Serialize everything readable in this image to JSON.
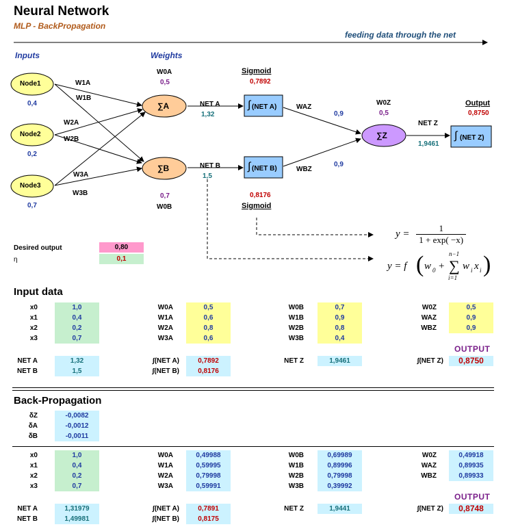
{
  "header": {
    "title": "Neural Network",
    "subtitle": "MLP - BackPropagation",
    "feed_label": "feeding data through the net"
  },
  "diagram": {
    "inputs_label": "Inputs",
    "weights_label": "Weights",
    "nodes": [
      {
        "label": "Node1",
        "value": "0,4"
      },
      {
        "label": "Node2",
        "value": "0,2"
      },
      {
        "label": "Node3",
        "value": "0,7"
      }
    ],
    "edge_labels": [
      "W1A",
      "W1B",
      "W2A",
      "W2B",
      "W3A",
      "W3B"
    ],
    "w0a_label": "W0A",
    "w0a_value": "0,5",
    "w0b_value": "0,7",
    "w0b_label": "W0B",
    "sum_a": "∑A",
    "sum_b": "∑B",
    "sum_z": "∑Z",
    "net_a_label": "NET A",
    "net_a_value": "1,32",
    "net_b_label": "NET B",
    "net_b_value": "1,5",
    "sigmoid_top": "Sigmoid",
    "sigmoid_a_value": "0,7892",
    "sigmoid_a_box": "(NET A)",
    "sigmoid_b_box": "(NET B)",
    "sigmoid_b_value": "0,8176",
    "sigmoid_bottom": "Sigmoid",
    "waz_label": "WAZ",
    "waz_value": "0,9",
    "wbz_label": "WBZ",
    "wbz_value": "0,9",
    "w0z_label": "W0Z",
    "w0z_value": "0,5",
    "net_z_label": "NET Z",
    "net_z_value": "1,9461",
    "output_label": "Output",
    "output_value": "0,8750",
    "output_box": "(NET Z)",
    "integral": "∫"
  },
  "formulas": {
    "sigmoid": {
      "lhs": "y =",
      "num": "1",
      "den": "1 + exp( −x)"
    },
    "neuron": {
      "lhs": "y = f",
      "w0": "w",
      "sub0": "0",
      "plus": "+",
      "sum": "∑",
      "upper": "n−1",
      "lower": "i=1",
      "term": "w",
      "termsub": "i",
      "x": "x",
      "xsub": "i"
    }
  },
  "params": {
    "desired_label": "Desired output",
    "desired_value": "0,80",
    "eta_label": "η",
    "eta_value": "0,1"
  },
  "input_data": {
    "title": "Input data",
    "x": [
      {
        "l": "x0",
        "v": "1,0"
      },
      {
        "l": "x1",
        "v": "0,4"
      },
      {
        "l": "x2",
        "v": "0,2"
      },
      {
        "l": "x3",
        "v": "0,7"
      }
    ],
    "wa": [
      {
        "l": "W0A",
        "v": "0,5"
      },
      {
        "l": "W1A",
        "v": "0,6"
      },
      {
        "l": "W2A",
        "v": "0,8"
      },
      {
        "l": "W3A",
        "v": "0,6"
      }
    ],
    "wb": [
      {
        "l": "W0B",
        "v": "0,7"
      },
      {
        "l": "W1B",
        "v": "0,9"
      },
      {
        "l": "W2B",
        "v": "0,8"
      },
      {
        "l": "W3B",
        "v": "0,4"
      }
    ],
    "wz": [
      {
        "l": "W0Z",
        "v": "0,5"
      },
      {
        "l": "WAZ",
        "v": "0,9"
      },
      {
        "l": "WBZ",
        "v": "0,9"
      }
    ],
    "net": [
      {
        "l": "NET A",
        "v": "1,32"
      },
      {
        "l": "NET B",
        "v": "1,5"
      }
    ],
    "sig": [
      {
        "l": "∫(NET A)",
        "v": "0,7892"
      },
      {
        "l": "∫(NET B)",
        "v": "0,8176"
      }
    ],
    "netz": {
      "l": "NET Z",
      "v": "1,9461"
    },
    "output_label": "OUTPUT",
    "out": {
      "l": "∫(NET Z)",
      "v": "0,8750"
    }
  },
  "backprop": {
    "title": "Back-Propagation",
    "deltas": [
      {
        "l": "δZ",
        "v": "-0,0082"
      },
      {
        "l": "δA",
        "v": "-0,0012"
      },
      {
        "l": "δB",
        "v": "-0,0011"
      }
    ],
    "x": [
      {
        "l": "x0",
        "v": "1,0"
      },
      {
        "l": "x1",
        "v": "0,4"
      },
      {
        "l": "x2",
        "v": "0,2"
      },
      {
        "l": "x3",
        "v": "0,7"
      }
    ],
    "wa": [
      {
        "l": "W0A",
        "v": "0,49988"
      },
      {
        "l": "W1A",
        "v": "0,59995"
      },
      {
        "l": "W2A",
        "v": "0,79998"
      },
      {
        "l": "W3A",
        "v": "0,59991"
      }
    ],
    "wb": [
      {
        "l": "W0B",
        "v": "0,69989"
      },
      {
        "l": "W1B",
        "v": "0,89996"
      },
      {
        "l": "W2B",
        "v": "0,79998"
      },
      {
        "l": "W3B",
        "v": "0,39992"
      }
    ],
    "wz": [
      {
        "l": "W0Z",
        "v": "0,49918"
      },
      {
        "l": "WAZ",
        "v": "0,89935"
      },
      {
        "l": "WBZ",
        "v": "0,89933"
      }
    ],
    "net": [
      {
        "l": "NET A",
        "v": "1,31979"
      },
      {
        "l": "NET B",
        "v": "1,49981"
      }
    ],
    "sig": [
      {
        "l": "∫(NET A)",
        "v": "0,7891"
      },
      {
        "l": "∫(NET B)",
        "v": "0,8175"
      }
    ],
    "netz": {
      "l": "NET Z",
      "v": "1,9441"
    },
    "output_label": "OUTPUT",
    "out": {
      "l": "∫(NET Z)",
      "v": "0,8748"
    }
  },
  "colors": {
    "node_fill": "#ffff99",
    "sum_fill": "#ffcc99",
    "sumz_fill": "#cc99ff",
    "box_fill": "#99ccff"
  }
}
